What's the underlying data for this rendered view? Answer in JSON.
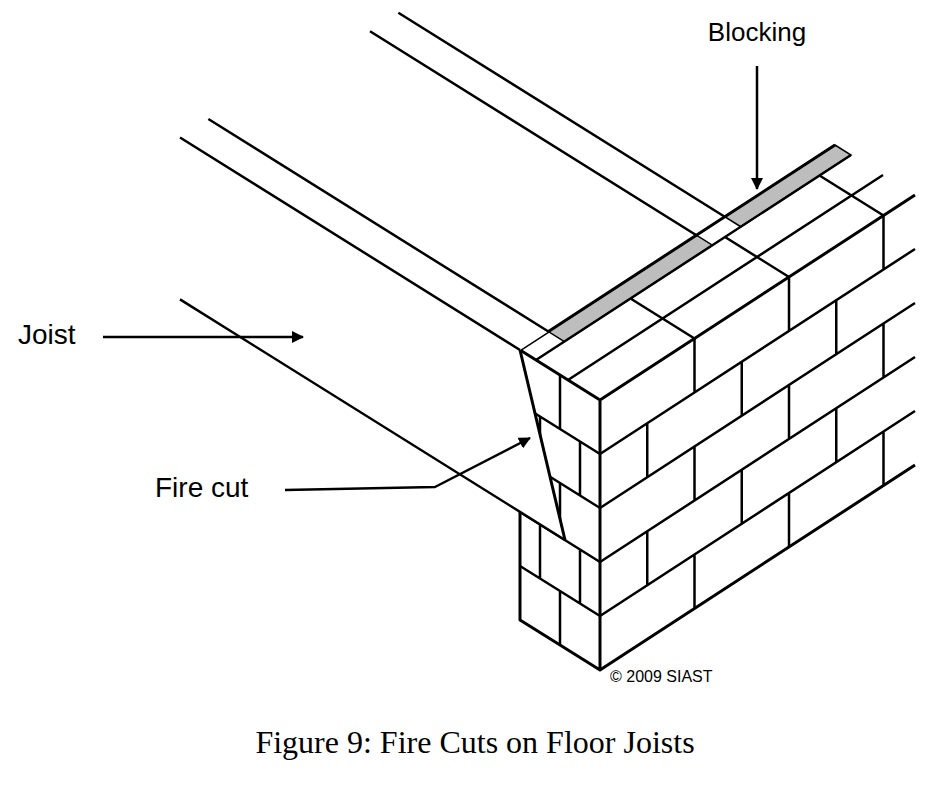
{
  "diagram": {
    "caption": "Figure 9: Fire Cuts on Floor Joists",
    "labels": [
      "Blocking",
      "Joist",
      "Fire cut",
      "© 2009 SIAST"
    ]
  }
}
